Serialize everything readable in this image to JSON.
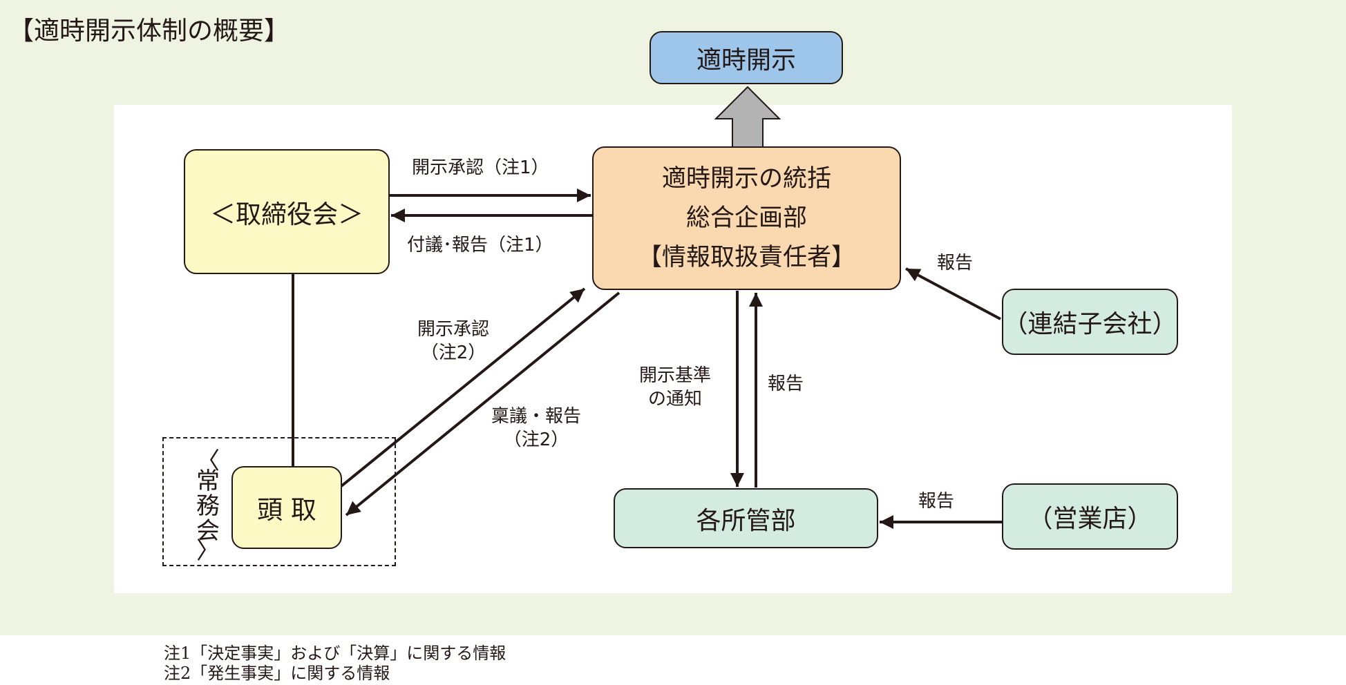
{
  "title": "【適時開示体制の概要】",
  "nodes": {
    "disclosure": "適時開示",
    "board": "＜取締役会＞",
    "central": {
      "line1": "適時開示の統括",
      "line2": "総合企画部",
      "line3": "【情報取扱責任者】"
    },
    "subsidiary": "（連結子会社）",
    "departments": "各所管部",
    "branches": "（営業店）",
    "president": "頭 取",
    "executive_committee": [
      "〈",
      "常",
      "務",
      "会",
      "〉"
    ]
  },
  "edge_labels": {
    "approval_note1": "開示承認（注1）",
    "proposal_report_note1": "付議･報告（注1）",
    "approval_note2_line1": "開示承認",
    "approval_note2_line2": "（注2）",
    "ringi_report_line1": "稟議・報告",
    "ringi_report_line2": "（注2）",
    "criteria_line1": "開示基準",
    "criteria_line2": "の通知",
    "report_departments": "報告",
    "report_subsidiary": "報告",
    "report_branches": "報告"
  },
  "notes": [
    "注1「決定事実」および「決算」に関する情報",
    "注2「発生事実」に関する情報"
  ],
  "colors": {
    "background": "#eef3e2",
    "board_box": "#fefac6",
    "central_box": "#fad8b0",
    "green_box": "#d4ebe1",
    "disclosure_box": "#9ec6ea",
    "up_arrow": "#b3b3b3",
    "line": "#231815"
  }
}
